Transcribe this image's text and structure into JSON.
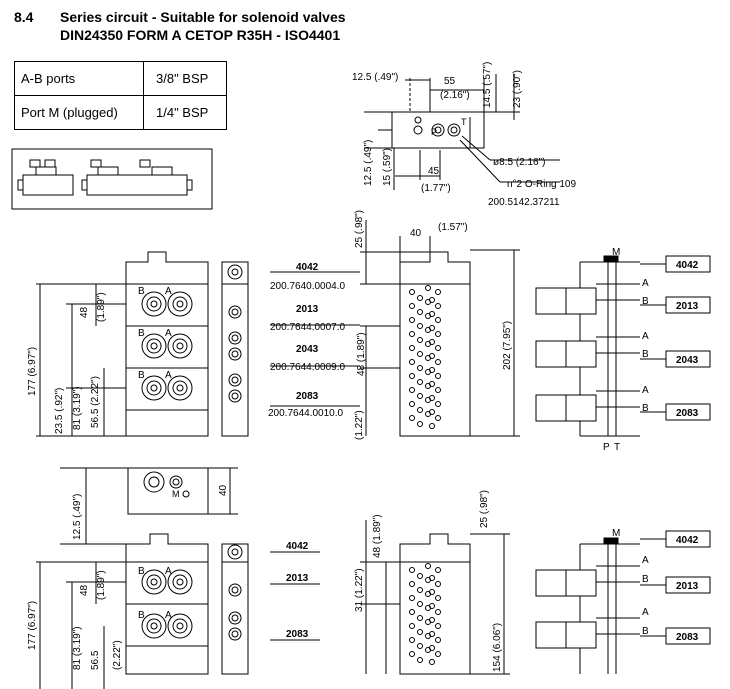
{
  "header": {
    "section": "8.4",
    "title_line1": "Series circuit - Suitable for solenoid valves",
    "title_line2": "DIN24350 FORM A CETOP R35H - ISO4401"
  },
  "spec_table": [
    {
      "label": "A-B ports",
      "value": "3/8\" BSP"
    },
    {
      "label": "Port M (plugged)",
      "value": "1/4\" BSP"
    }
  ],
  "top_detail": {
    "dim_12_5": "12.5  (.49\")",
    "dim_55": "55",
    "dim_55_in": "(2.16\")",
    "dim_14_5": "14.5  (.57\")",
    "dim_23": "23  (.90\")",
    "dim_12_5v": "12.5  (.49\")",
    "dim_15": "15  (.59\")",
    "dim_45": "45",
    "dim_45_in": "(1.77\")",
    "dia": "ø8.5  (2.16\")",
    "oring": "n°2 O-Ring 109",
    "oring_code": "200.5142.37211",
    "port_p": "P",
    "port_t": "T"
  },
  "middle": {
    "dim_25": "25  (.98\")",
    "dim_40": "40",
    "dim_40_in": "(1.57\")",
    "dim_48": "48",
    "dim_48_in": "(1.89\")",
    "dim_177": "177  (6.97\")",
    "dim_23_5": "23.5  (.92\")",
    "dim_81": "81  (3.19\")",
    "dim_56_5": "56.5  (2.22\")",
    "dim_202": "202  (7.95\")",
    "dim_48b": "48  (1.89\")",
    "dim_1_22": "(1.22\")",
    "port_a": "A",
    "port_b": "B",
    "port_m": "M",
    "port_p": "P",
    "port_t": "T",
    "models": [
      {
        "name": "4042",
        "code": "200.7640.0004.0"
      },
      {
        "name": "2013",
        "code": "200.7644.0007.0"
      },
      {
        "name": "2043",
        "code": "200.7644.0009.0"
      },
      {
        "name": "2083",
        "code": "200.7644.0010.0"
      }
    ],
    "schematic_labels": [
      "4042",
      "2013",
      "2043",
      "2083"
    ]
  },
  "small": {
    "dim_40": "40",
    "dim_12_5": "12.5  (.49\")",
    "port_m": "M"
  },
  "bottom": {
    "models": [
      "4042",
      "2013",
      "2083"
    ],
    "dim_177": "177  (6.97\")",
    "dim_48": "48",
    "dim_48_in": "(1.89\")",
    "dim_81": "81  (3.19\")",
    "dim_56_5": "56.5",
    "dim_56_5_in": "(2.22\")",
    "dim_25": "25  (.98\")",
    "dim_48b": "48  (1.89\")",
    "dim_31": "31  (1.22\")",
    "dim_154": "154  (6.06\")",
    "schematic_labels": [
      "4042",
      "2013",
      "2083"
    ]
  }
}
